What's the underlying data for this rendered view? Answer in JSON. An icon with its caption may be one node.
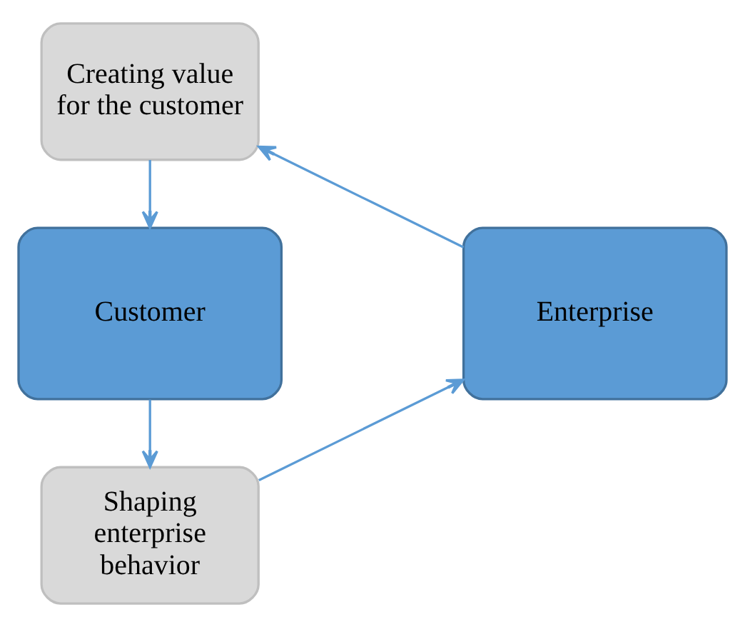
{
  "diagram": {
    "nodes": [
      {
        "text": [
          "Creating value for the customer"
        ]
      },
      {
        "text": [
          "Enterprise"
        ]
      },
      {
        "text": [
          "Customer"
        ]
      },
      {
        "text": [
          "Shaping enterprise behavior"
        ]
      }
    ],
    "edges": [
      {
        "from": 1,
        "to": 0,
        "arrow": "to"
      },
      {
        "from": 0,
        "to": 2,
        "arrow": "to"
      },
      {
        "from": 2,
        "to": 3,
        "arrow": "to"
      },
      {
        "from": 3,
        "to": 1,
        "arrow": "to"
      }
    ]
  }
}
